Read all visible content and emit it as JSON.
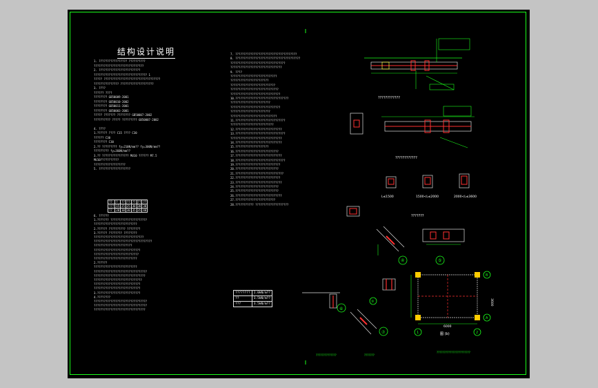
{
  "sheet_title": "结构设计说明",
  "col1": [
    "1. ?????????????????  ??????????",
    "   ??????????????????????????????",
    "2. ?????????????????????????",
    "   ????????????????????????????????  1",
    "   ?????  ??????????????????????????????????",
    "   ???????????????  ????????????????????",
    "3. ????",
    "   ??????  ????",
    "   ????????                         GB50009-2001",
    "   ????????                            GB50010-2002",
    "   ????????                         GB50011-2001",
    "   ????????                            GB50003-2001",
    "   ?????  ???????  ????????  GB50007-2002",
    "   ??????????     ?????  ?????????  GB50007-2002",
    "",
    "4. ????",
    "   1.??????   ????  C15  ????  C30",
    "              ??????  C30",
    "              ????????  C30",
    "   2.??  ?????????  fy=210N/mm??  fy=300N/mm??",
    "         ?????????  fy=360N/mm??",
    "   3.??  ????????????????  MU10  ??????  M7.5",
    "         MU10???????????",
    "         ???????????????????",
    "5. ???????????????????"
  ],
  "cover_table": [
    [
      "??",
      "?",
      "??",
      "??",
      "??",
      "??",
      "??"
    ],
    [
      "???",
      "15",
      "25",
      "25",
      "30",
      "30",
      "30"
    ],
    [
      "??",
      "20",
      "30",
      "30",
      "35",
      "35",
      "40"
    ]
  ],
  "col1b": [
    "6. ??????",
    "   1.???????  ??????????????????????",
    "     ??????????????????????????",
    "   2.??????  ??????????  ????????",
    "   3.??????   ????????  ????????",
    "     ??????????????????????????????",
    "   ???????????????????????????????????",
    "     ???????????????????????",
    "     ????????????????????????????",
    "     ???????????????????????????",
    "     ??????????????????????????",
    "   2.??????",
    "     ??????????????????????????",
    "     ????????????????????????????????",
    "     ???????????????????????????????",
    "     ?????????????????????????????",
    "     ????????????????????????????",
    "     ????????????????????????????",
    "   3.??????????????????????????",
    "   4.????????",
    "     ????????????????????????????????",
    "     ????????????????????????????????",
    "     ???????????????????????????????"
  ],
  "col2": [
    "7. ?????????????????????????????????????",
    "8. ???????????????????????????????????????",
    "   ?????????????????????????????????",
    "   ???????????????????????????????",
    "9. ????",
    "   ????????????????????????????",
    "   ???????????????????????",
    "   ???????????????????????????",
    "   ?????????????????????????????",
    "   ??????????????????????????????",
    "10.????????????????????????????????",
    "   ????????????????????????",
    "   ??????????????????????????????",
    "   ????????????????????????",
    "   ????????????????????????????",
    "11.??????????????????????????????",
    "   ??????????????????????????",
    "12.????????????????????????????",
    "13.??????????????????????????????",
    "   ???????????????????????????????",
    "14.????????????????????????????",
    "15.????????????????????",
    "16.??????????????????????????",
    "17.????????????????????????????",
    "18.??????????????????????????????",
    "19.???????????????????????????",
    "20.??????????????????????????",
    "21.?????????????????????????????",
    "22.???????????????????????????",
    "23.????????????????????????????",
    "24.??????????????????????????",
    "25.??????????????????????????",
    "26.????????????????????????????",
    "27.????????????????????????",
    "28.???????????  ????????????????????"
  ],
  "load_table": [
    [
      "????????",
      "2.0kN/m??"
    ],
    [
      "??",
      "3.5kN/m??"
    ],
    [
      "???",
      "3.5kN/m??"
    ]
  ],
  "labels": {
    "beam_top_title": "????????????",
    "beam_mid_title": "????????????",
    "col_title": "???????",
    "lintel_1": "L≤1500",
    "lintel_2": "1500<L≤2000",
    "lintel_3": "2000<L≤3600",
    "circle_3": "③",
    "circle_4": "④",
    "circle_5": "⑤",
    "circle_6": "⑥",
    "circle_7": "⑦",
    "axis_a": "A",
    "axis_b": "B",
    "axis_1": "1",
    "axis_2": "2",
    "dim_6000": "6000",
    "dim_3600": "3600",
    "plan_title": "图 (b)",
    "bottom_note_1": "??????????????",
    "bottom_note_2": "???????",
    "bottom_note_3": "???????????????????????"
  }
}
